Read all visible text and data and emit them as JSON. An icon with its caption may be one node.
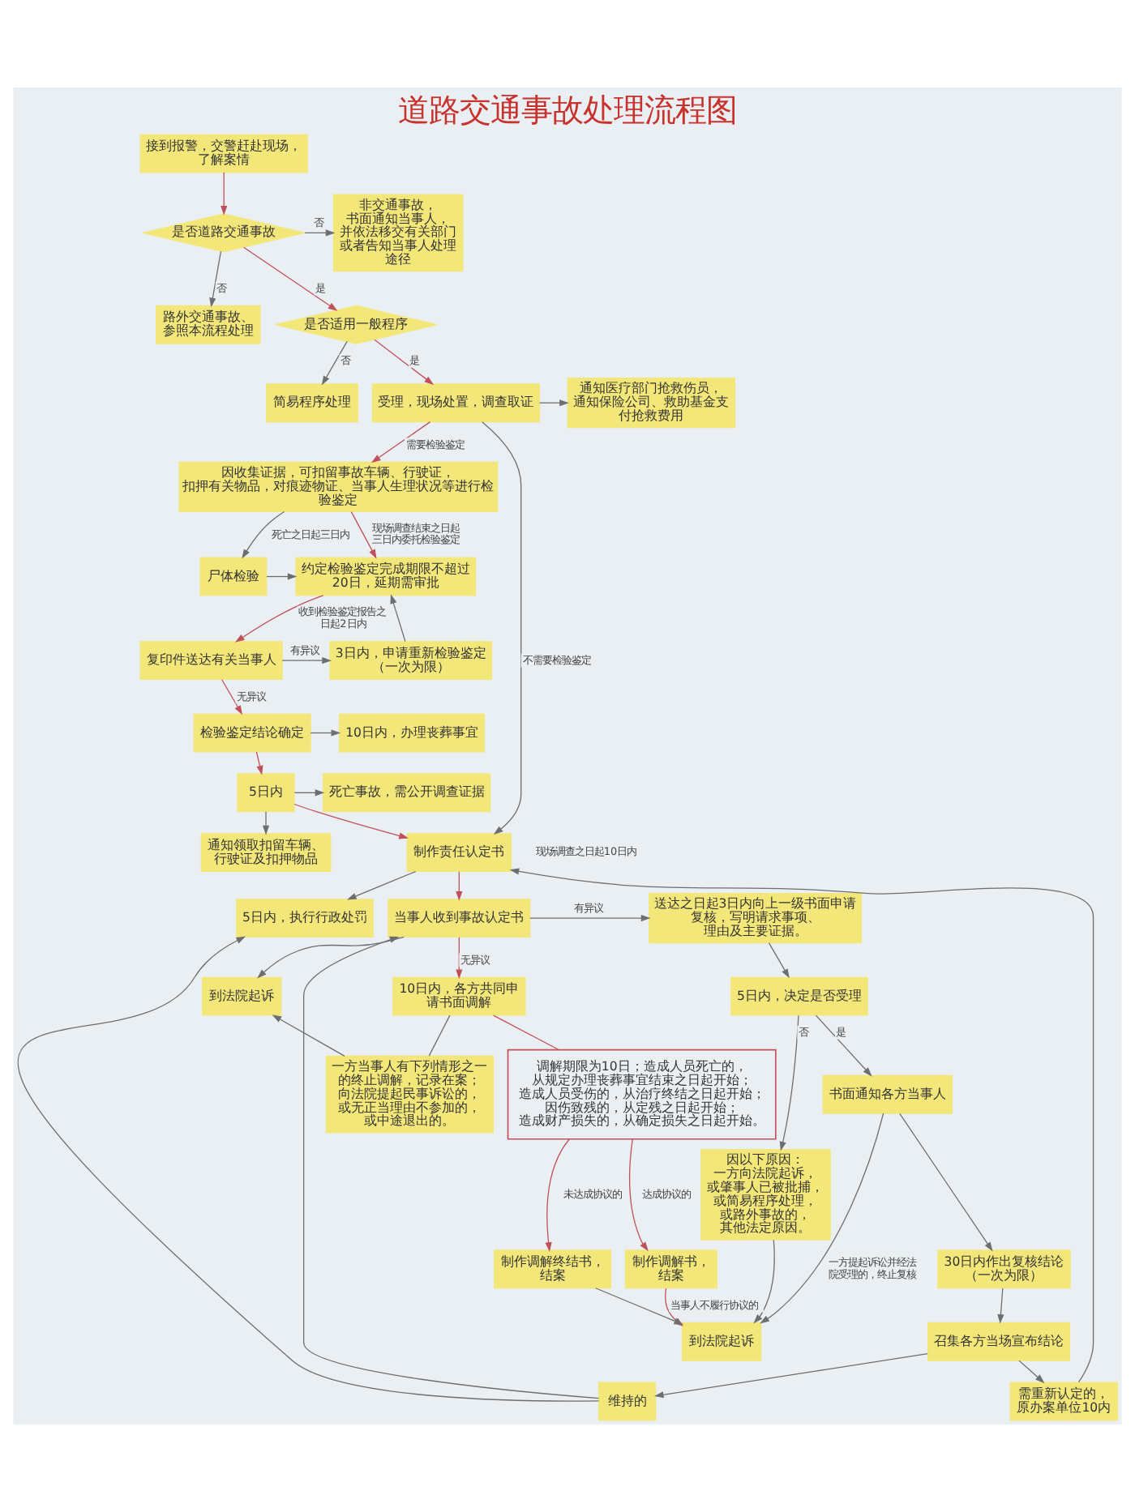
{
  "diagram": {
    "title": "道路交通事故处理流程图",
    "nodes": [
      {
        "text": [
          "接到报警，交警赶赴现场，了解案情"
        ]
      },
      {
        "text": [
          "是否道路交通事故"
        ]
      },
      {
        "text": [
          "路外交通事故、参照本流程处理"
        ]
      },
      {
        "text": [
          "非交通事故，书面通知当事人，并依法移交有关部门或者告知当事人处理途径"
        ]
      },
      {
        "text": [
          "是否适用一般程序"
        ]
      },
      {
        "text": [
          "简易程序处理"
        ]
      },
      {
        "text": [
          "受理，现场处置，调查取证"
        ]
      },
      {
        "text": [
          "通知医疗部门抢救伤员，通知保险公司、救助基金支付抢救费用"
        ]
      },
      {
        "text": [
          "因收集证据，可扣留事故车辆、行驶证，扣押有关物品，对痕迹物证、当事人生理状况等进行检验鉴定"
        ]
      },
      {
        "text": [
          "尸体检验"
        ]
      },
      {
        "text": [
          "约定检验鉴定完成期限不超过20日，延期需审批"
        ]
      },
      {
        "text": [
          "复印件送达有关当事人"
        ]
      },
      {
        "text": [
          "3日内，申请重新检验鉴定（一次为限）"
        ]
      },
      {
        "text": [
          "检验鉴定结论确定"
        ]
      },
      {
        "text": [
          "10日内，办理丧葬事宜"
        ]
      },
      {
        "text": [
          "通知领取扣留车辆、行驶证及扣押物品"
        ]
      },
      {
        "text": [
          "5日内"
        ]
      },
      {
        "text": [
          "死亡事故，需公开调查证据"
        ]
      },
      {
        "text": [
          "制作责任认定书"
        ]
      },
      {
        "text": [
          "5日内，执行行政处罚"
        ]
      },
      {
        "text": [
          "当事人收到事故认定书"
        ]
      },
      {
        "text": [
          "送达之日起3日内向上一级书面申请复核，写明请求事项、理由及主要证据。"
        ]
      },
      {
        "text": [
          "到法院起诉"
        ]
      },
      {
        "text": [
          "10日内，各方共同申请书面调解"
        ]
      },
      {
        "text": [
          "5日内，决定是否受理"
        ]
      },
      {
        "text": [
          "因以下原因：一方向法院起诉，或肇事人已被批捕，或简易程序处理，或路外事故的，其他法定原因。"
        ]
      },
      {
        "text": [
          "书面通知各方当事人"
        ]
      },
      {
        "text": [
          "一方当事人有下列情形之一的终止调解，记录在案；向法院提起民事诉讼的，或无正当理由不参加的，或中途退出的。"
        ]
      },
      {
        "text": [
          "30日内作出复核结论（一次为限）"
        ]
      },
      {
        "text": [
          "调解期限为10日；造成人员死亡的，从规定办理丧葬事宜结束之日起开始；造成人员受伤的，从治疗终结之日起开始；因伤致残的，从定残之日起开始；造成财产损失的，从确定损失之日起开始。"
        ]
      },
      {
        "text": [
          "召集各方当场宣布结论"
        ]
      },
      {
        "text": [
          "需重新认定的，原办案单位10内"
        ]
      },
      {
        "text": [
          "维持的"
        ]
      },
      {
        "text": [
          "制作调解书，结案"
        ]
      },
      {
        "text": [
          "制作调解终结书，结案"
        ]
      },
      {
        "text": [
          "到法院起诉"
        ]
      }
    ],
    "edges": [
      {
        "from": 0,
        "to": 1,
        "arrow": "to",
        "color": "#c0505a"
      },
      {
        "from": 1,
        "to": 2,
        "arrow": "to",
        "label": "否"
      },
      {
        "from": 1,
        "to": 3,
        "arrow": "to",
        "label": "否"
      },
      {
        "from": 1,
        "to": 4,
        "arrow": "to",
        "label": "是",
        "color": "#c0505a"
      },
      {
        "from": 4,
        "to": 5,
        "arrow": "to",
        "label": "否"
      },
      {
        "from": 4,
        "to": 6,
        "arrow": "to",
        "label": "是",
        "color": "#c0505a"
      },
      {
        "from": 6,
        "to": 7,
        "arrow": "to"
      },
      {
        "from": 6,
        "to": 8,
        "arrow": "to",
        "label": "需要检验鉴定",
        "color": "#c0505a"
      },
      {
        "from": 6,
        "to": 18,
        "arrow": "to",
        "label": "不需要检验鉴定"
      },
      {
        "from": 8,
        "to": 9,
        "arrow": "to",
        "label": "死亡之日起三日内"
      },
      {
        "from": 8,
        "to": 10,
        "arrow": "to",
        "label": "现场调查结束之日起三日内委托检验鉴定",
        "color": "#c0505a"
      },
      {
        "from": 9,
        "to": 10,
        "arrow": "to"
      },
      {
        "from": 10,
        "to": 11,
        "arrow": "to",
        "label": "收到检验鉴定报告之日起2日内",
        "color": "#c0505a"
      },
      {
        "from": 11,
        "to": 12,
        "arrow": "to",
        "label": "有异议"
      },
      {
        "from": 12,
        "to": 10,
        "arrow": "to"
      },
      {
        "from": 11,
        "to": 13,
        "arrow": "to",
        "label": "无异议",
        "color": "#c0505a"
      },
      {
        "from": 13,
        "to": 14,
        "arrow": "to"
      },
      {
        "from": 13,
        "to": 16,
        "arrow": "to",
        "color": "#c0505a"
      },
      {
        "from": 16,
        "to": 15,
        "arrow": "to"
      },
      {
        "from": 16,
        "to": 17,
        "arrow": "to"
      },
      {
        "from": 16,
        "to": 18,
        "arrow": "to",
        "color": "#c0505a"
      },
      {
        "from": 18,
        "to": 19,
        "arrow": "to"
      },
      {
        "from": 18,
        "to": 20,
        "arrow": "to",
        "color": "#c0505a"
      },
      {
        "from": 31,
        "to": 18,
        "arrow": "to"
      },
      {
        "from": 32,
        "to": 19,
        "arrow": "to"
      },
      {
        "from": 32,
        "to": 20,
        "arrow": "to"
      },
      {
        "from": 20,
        "to": 21,
        "arrow": "to",
        "label": "有异议"
      },
      {
        "from": 20,
        "to": 23,
        "arrow": "to",
        "label": "无异议",
        "color": "#c0505a"
      },
      {
        "from": 20,
        "to": 22,
        "arrow": "to"
      },
      {
        "from": 21,
        "to": 24,
        "arrow": "to"
      },
      {
        "from": 24,
        "to": 25,
        "arrow": "to",
        "label": "否"
      },
      {
        "from": 24,
        "to": 26,
        "arrow": "to",
        "label": "是"
      },
      {
        "from": 26,
        "to": 28,
        "arrow": "to"
      },
      {
        "from": 26,
        "to": 35,
        "arrow": "to",
        "label": "一方提起诉讼并经法院受理的，终止复核"
      },
      {
        "from": 25,
        "to": 35,
        "arrow": "to"
      },
      {
        "from": 23,
        "to": 27,
        "arrow": "none"
      },
      {
        "from": 27,
        "to": 22,
        "arrow": "to"
      },
      {
        "from": 23,
        "to": 29,
        "arrow": "none",
        "color": "#c0505a"
      },
      {
        "from": 28,
        "to": 30,
        "arrow": "to"
      },
      {
        "from": 30,
        "to": 31,
        "arrow": "to"
      },
      {
        "from": 30,
        "to": 32,
        "arrow": "to"
      },
      {
        "from": 29,
        "to": 33,
        "arrow": "to",
        "label": "达成协议的",
        "color": "#c0505a"
      },
      {
        "from": 29,
        "to": 34,
        "arrow": "to",
        "label": "未达成协议的",
        "color": "#c0505a"
      },
      {
        "from": 33,
        "to": 35,
        "arrow": "to",
        "label": "当事人不履行协议的",
        "color": "#c0505a"
      },
      {
        "from": 34,
        "to": 35,
        "arrow": "to"
      }
    ],
    "labels": [
      "现场调查之日起10日内"
    ]
  }
}
